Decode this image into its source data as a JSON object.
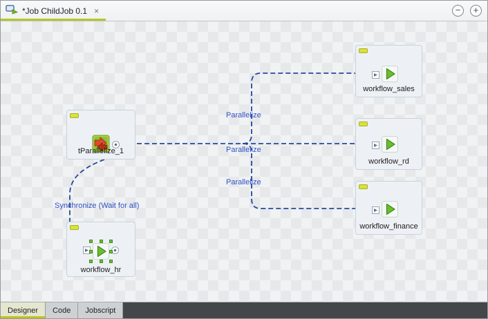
{
  "header": {
    "tab": {
      "title": "*Job ChildJob 0.1",
      "close_glyph": "×"
    },
    "zoom_out_glyph": "−",
    "zoom_in_glyph": "+"
  },
  "canvas": {
    "nodes": [
      {
        "label": "tParallelize_1"
      },
      {
        "label": "workflow_sales"
      },
      {
        "label": "workflow_rd"
      },
      {
        "label": "workflow_finance"
      },
      {
        "label": "workflow_hr"
      }
    ],
    "connections": [
      {
        "label": "Parallelize",
        "from": "tParallelize_1",
        "to": "workflow_sales"
      },
      {
        "label": "Parallelize",
        "from": "tParallelize_1",
        "to": "workflow_rd"
      },
      {
        "label": "Parallelize",
        "from": "tParallelize_1",
        "to": "workflow_finance"
      },
      {
        "label": "Synchronize (Wait for all)",
        "from": "tParallelize_1",
        "to": "workflow_hr"
      }
    ]
  },
  "icons": {
    "header_job": "job-flow-icon",
    "zoom_out": "minus-circle-icon",
    "zoom_in": "plus-circle-icon",
    "tparallelize": "parallelize-arrows-icon",
    "runjob": "green-play-icon",
    "input_anchor": "input-connector-icon",
    "output_anchor": "output-connector-icon"
  },
  "colors": {
    "connection_blue": "#24489d",
    "connection_label_blue": "#3052c6",
    "accent_green": "#b5c724"
  },
  "bottom_tabs": [
    {
      "label": "Designer",
      "active": true
    },
    {
      "label": "Code",
      "active": false
    },
    {
      "label": "Jobscript",
      "active": false
    }
  ]
}
